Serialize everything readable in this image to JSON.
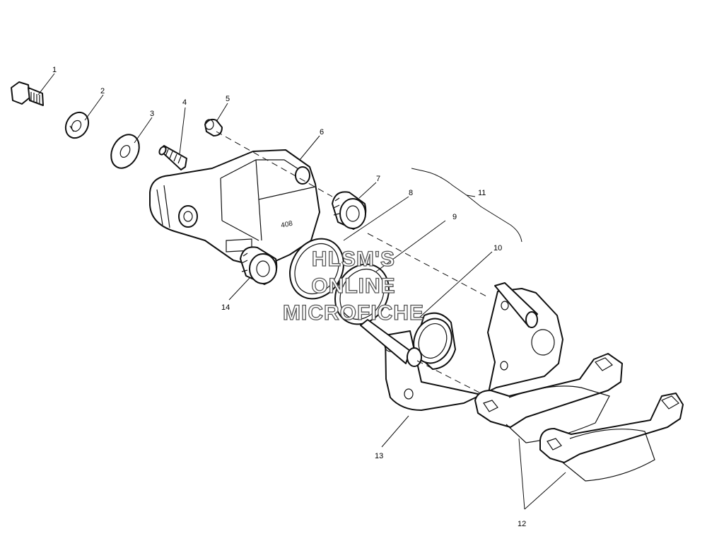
{
  "diagram": {
    "callouts": [
      "1",
      "2",
      "3",
      "4",
      "5",
      "6",
      "7",
      "8",
      "9",
      "10",
      "11",
      "12",
      "13",
      "14"
    ],
    "housing_stamp": "408",
    "watermark": [
      "HLSM'S",
      "ONLINE",
      "MICROFICHE"
    ]
  }
}
